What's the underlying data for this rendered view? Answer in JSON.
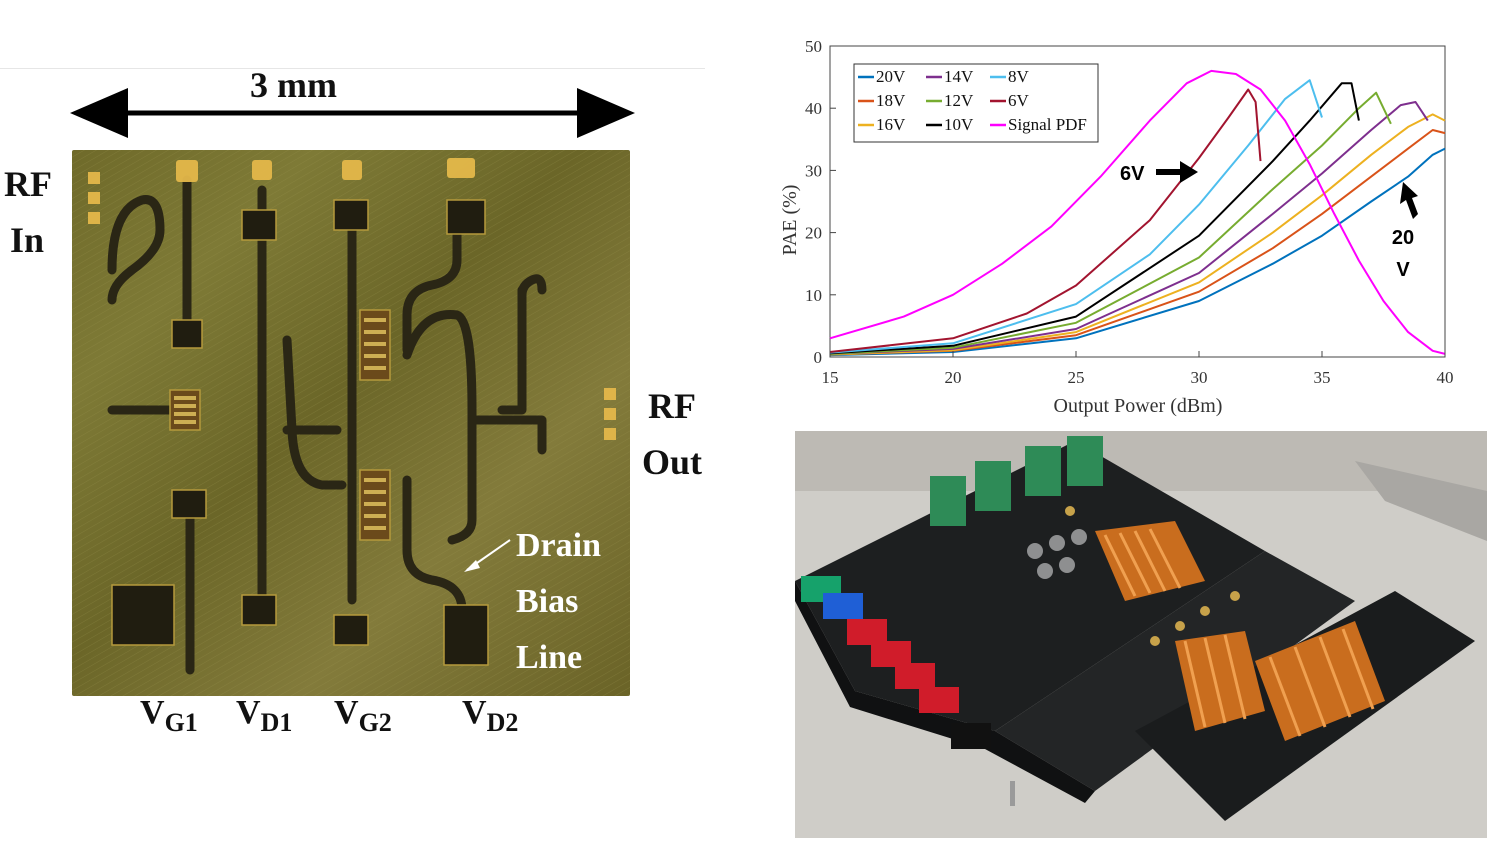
{
  "die": {
    "width_label": "3 mm",
    "rf_in": [
      "RF",
      "In"
    ],
    "rf_out": [
      "RF",
      "Out"
    ],
    "drain_bias": [
      "Drain",
      "Bias",
      "Line"
    ],
    "pins": [
      {
        "main": "V",
        "sub": "G1"
      },
      {
        "main": "V",
        "sub": "D1"
      },
      {
        "main": "V",
        "sub": "G2"
      },
      {
        "main": "V",
        "sub": "D2"
      }
    ]
  },
  "chart_data": {
    "type": "line",
    "xlabel": "Output Power (dBm)",
    "ylabel": "PAE (%)",
    "xlim": [
      15,
      40
    ],
    "ylim": [
      0,
      50
    ],
    "xticks": [
      15,
      20,
      25,
      30,
      35,
      40
    ],
    "yticks": [
      0,
      10,
      20,
      30,
      40,
      50
    ],
    "legend_placement": "top-left",
    "annotations": [
      {
        "text": "6V",
        "x": 31.5,
        "y": 30.5
      },
      {
        "text": "20 V",
        "x": 39.3,
        "y": 27
      }
    ],
    "series": [
      {
        "name": "20V",
        "color": "#0072BD",
        "x": [
          15,
          20,
          25,
          30,
          33,
          35,
          37,
          38.5,
          39.5,
          40
        ],
        "y": [
          0.3,
          0.8,
          3,
          9,
          15,
          19.5,
          25,
          29,
          32.5,
          33.5
        ]
      },
      {
        "name": "18V",
        "color": "#D95319",
        "x": [
          15,
          20,
          25,
          30,
          33,
          35,
          37,
          38.5,
          39.5,
          40
        ],
        "y": [
          0.4,
          1,
          3.5,
          10.5,
          17.5,
          23,
          29,
          33.5,
          36.5,
          36
        ]
      },
      {
        "name": "16V",
        "color": "#EDB120",
        "x": [
          15,
          20,
          25,
          30,
          33,
          35,
          37,
          38.5,
          39.5,
          40
        ],
        "y": [
          0.4,
          1.1,
          4,
          12,
          20,
          26,
          32.5,
          37,
          39,
          38
        ]
      },
      {
        "name": "14V",
        "color": "#7E2F8E",
        "x": [
          15,
          20,
          25,
          30,
          33,
          35,
          37,
          38.2,
          38.8,
          39.3
        ],
        "y": [
          0.5,
          1.3,
          4.5,
          13.5,
          23,
          29.5,
          36.5,
          40.5,
          41,
          38
        ]
      },
      {
        "name": "12V",
        "color": "#77AC30",
        "x": [
          15,
          20,
          25,
          30,
          33,
          35,
          36.5,
          37.2,
          37.8
        ],
        "y": [
          0.5,
          1.5,
          5.5,
          16,
          27,
          34,
          40,
          42.5,
          37.5
        ]
      },
      {
        "name": "10V",
        "color": "#000000",
        "x": [
          15,
          20,
          25,
          30,
          33,
          34.5,
          35.8,
          36.2,
          36.5
        ],
        "y": [
          0.6,
          1.8,
          6.5,
          19.5,
          31.5,
          38,
          44,
          44,
          38
        ]
      },
      {
        "name": "8V",
        "color": "#4DBEEE",
        "x": [
          15,
          20,
          25,
          28,
          30,
          32,
          33.5,
          34.5,
          35
        ],
        "y": [
          0.7,
          2.2,
          8.5,
          16.5,
          24.5,
          34,
          41.5,
          44.5,
          38.5
        ]
      },
      {
        "name": "6V",
        "color": "#A2142F",
        "x": [
          15,
          20,
          23,
          25,
          28,
          30,
          31.2,
          32,
          32.3,
          32.5
        ],
        "y": [
          0.8,
          3,
          7,
          11.5,
          22,
          32,
          38.5,
          43,
          41,
          31.5
        ]
      },
      {
        "name": "Signal PDF",
        "color": "#FF00FF",
        "x": [
          15,
          18,
          20,
          22,
          24,
          26,
          28,
          29.5,
          30.5,
          31.5,
          32.5,
          33.5,
          34.5,
          35.5,
          36.5,
          37.5,
          38.5,
          39.5,
          40
        ],
        "y": [
          3,
          6.5,
          10,
          15,
          21,
          29,
          38,
          44,
          46,
          45.5,
          43,
          38,
          31,
          23,
          15.5,
          9,
          4,
          1,
          0.5
        ]
      }
    ]
  }
}
